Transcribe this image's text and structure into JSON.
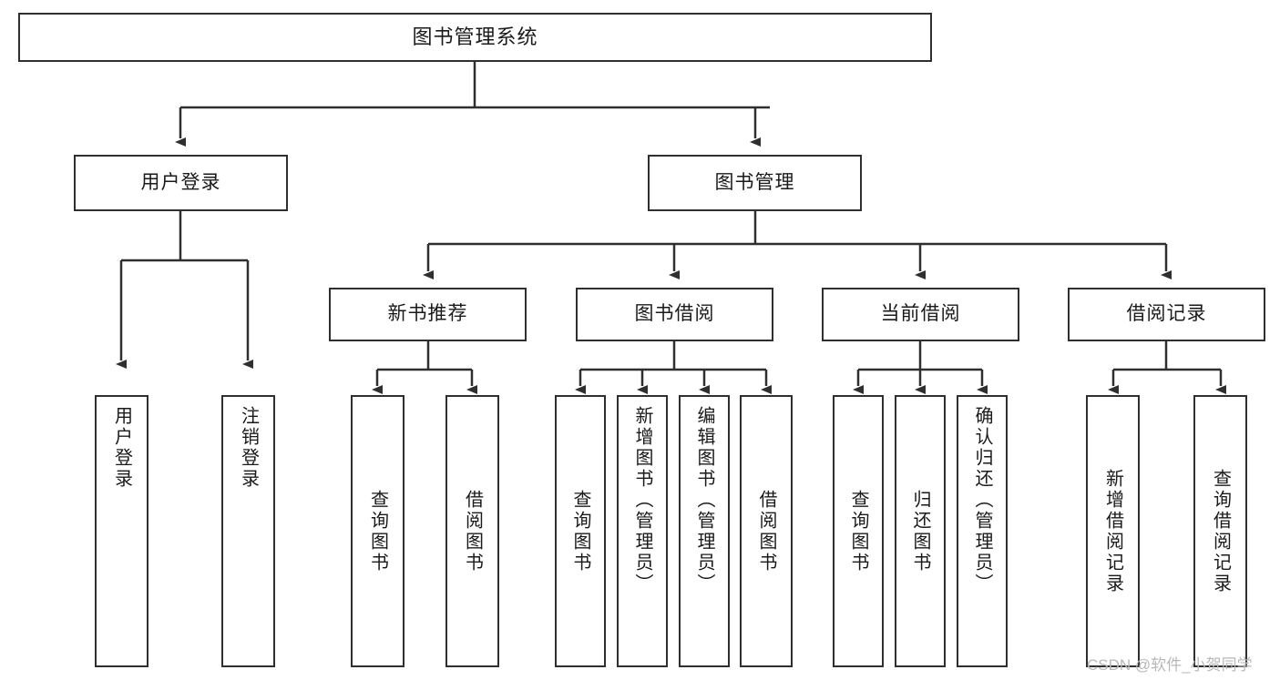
{
  "diagram": {
    "title": "图书管理系统",
    "type": "hierarchy-tree",
    "colors": {
      "box_border": "#2f2f2f",
      "box_fill": "#ffffff",
      "connector": "#2f2f2f",
      "text": "#1a1a1a",
      "watermark": "#b8b8b8"
    },
    "levels": [
      {
        "level": 1,
        "nodes": [
          {
            "id": "root",
            "label": "图书管理系统",
            "orientation": "horizontal"
          }
        ]
      },
      {
        "level": 2,
        "nodes": [
          {
            "id": "user-login",
            "label": "用户登录",
            "orientation": "horizontal"
          },
          {
            "id": "book-manage",
            "label": "图书管理",
            "orientation": "horizontal"
          }
        ]
      },
      {
        "level": 3,
        "nodes": [
          {
            "id": "new-book-rec",
            "label": "新书推荐",
            "orientation": "horizontal"
          },
          {
            "id": "book-borrow",
            "label": "图书借阅",
            "orientation": "horizontal"
          },
          {
            "id": "current-borrow",
            "label": "当前借阅",
            "orientation": "horizontal"
          },
          {
            "id": "borrow-record",
            "label": "借阅记录",
            "orientation": "horizontal"
          }
        ]
      },
      {
        "level": 4,
        "nodes": [
          {
            "id": "leaf-user-login",
            "label": "用户登录",
            "orientation": "vertical",
            "parent": "user-login"
          },
          {
            "id": "leaf-user-logout",
            "label": "注销登录",
            "orientation": "vertical",
            "parent": "user-login"
          },
          {
            "id": "leaf-query-book-1",
            "label": "查询图书",
            "orientation": "vertical",
            "parent": "new-book-rec"
          },
          {
            "id": "leaf-borrow-book-1",
            "label": "借阅图书",
            "orientation": "vertical",
            "parent": "new-book-rec"
          },
          {
            "id": "leaf-query-book-2",
            "label": "查询图书",
            "orientation": "vertical",
            "parent": "book-borrow"
          },
          {
            "id": "leaf-add-book",
            "label": "新增图书（管理员）",
            "orientation": "vertical",
            "parent": "book-borrow"
          },
          {
            "id": "leaf-edit-book",
            "label": "编辑图书（管理员）",
            "orientation": "vertical",
            "parent": "book-borrow"
          },
          {
            "id": "leaf-borrow-book-2",
            "label": "借阅图书",
            "orientation": "vertical",
            "parent": "book-borrow"
          },
          {
            "id": "leaf-query-book-3",
            "label": "查询图书",
            "orientation": "vertical",
            "parent": "current-borrow"
          },
          {
            "id": "leaf-return-book",
            "label": "归还图书",
            "orientation": "vertical",
            "parent": "current-borrow"
          },
          {
            "id": "leaf-confirm-return",
            "label": "确认归还（管理员）",
            "orientation": "vertical",
            "parent": "current-borrow"
          },
          {
            "id": "leaf-add-record",
            "label": "新增借阅记录",
            "orientation": "vertical",
            "parent": "borrow-record"
          },
          {
            "id": "leaf-query-record",
            "label": "查询借阅记录",
            "orientation": "vertical",
            "parent": "borrow-record"
          }
        ]
      }
    ]
  },
  "watermark": {
    "text": "CSDN @软件_小贺同学"
  }
}
